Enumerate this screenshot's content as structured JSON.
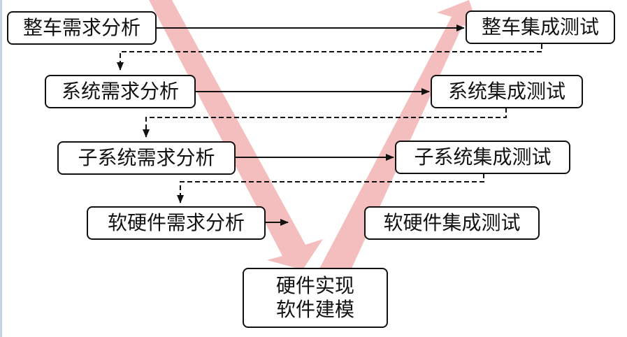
{
  "diagram": {
    "colors": {
      "v_band": "#f4b8b8",
      "line": "#111111",
      "box_border": "#111111",
      "box_fill": "#ffffff",
      "text": "#111111"
    },
    "left_side": [
      {
        "id": "vehicle-req",
        "label": "整车需求分析"
      },
      {
        "id": "system-req",
        "label": "系统需求分析"
      },
      {
        "id": "subsystem-req",
        "label": "子系统需求分析"
      },
      {
        "id": "hwsw-req",
        "label": "软硬件需求分析"
      }
    ],
    "right_side": [
      {
        "id": "vehicle-test",
        "label": "整车集成测试"
      },
      {
        "id": "system-test",
        "label": "系统集成测试"
      },
      {
        "id": "subsystem-test",
        "label": "子系统集成测试"
      },
      {
        "id": "hwsw-test",
        "label": "软硬件集成测试"
      }
    ],
    "bottom": {
      "id": "implementation",
      "line1": "硬件实现",
      "line2": "软件建模"
    },
    "connections": [
      {
        "from": "vehicle-req",
        "to": "vehicle-test",
        "style": "solid-arrow"
      },
      {
        "from": "system-req",
        "to": "system-test",
        "style": "solid-arrow"
      },
      {
        "from": "subsystem-req",
        "to": "subsystem-test",
        "style": "solid-arrow"
      },
      {
        "from": "hwsw-req",
        "to": "implementation",
        "style": "short-solid-arrow"
      },
      {
        "from": "vehicle-test",
        "to": "system-req",
        "style": "dashed-arrow"
      },
      {
        "from": "system-test",
        "to": "subsystem-req",
        "style": "dashed-arrow"
      },
      {
        "from": "subsystem-test",
        "to": "hwsw-req",
        "style": "dashed-arrow"
      }
    ]
  }
}
